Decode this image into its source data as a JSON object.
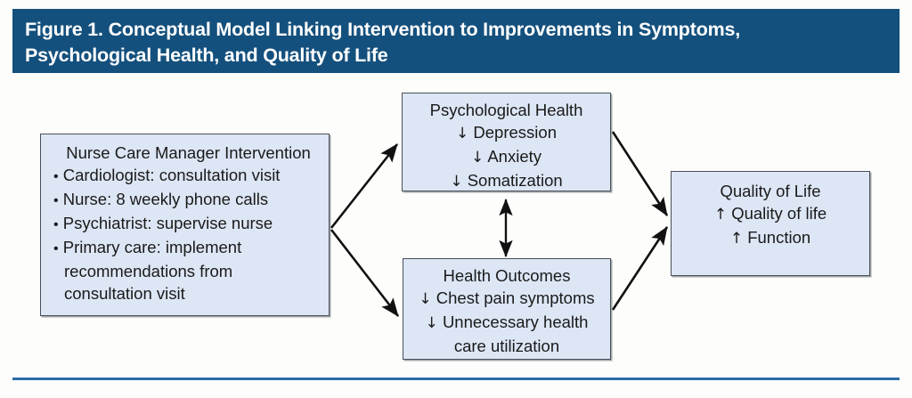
{
  "figure": {
    "title": "Figure 1. Conceptual Model Linking Intervention to Improvements in Symptoms,\nPsychological Health, and Quality of Life",
    "colors": {
      "title_band": "#14507d",
      "title_text": "#ffffff",
      "box_fill": "#dde6f5",
      "box_border": "#4a4f58",
      "connector": "#1a1a1a",
      "bottom_rule": "#2a6ca8",
      "page_background": "#fdfefb"
    }
  },
  "nodes": {
    "intervention": {
      "title": "Nurse Care Manager Intervention",
      "bullet": "•",
      "items": [
        "Cardiologist: consultation visit",
        "Nurse: 8 weekly phone calls",
        "Psychiatrist: supervise nurse",
        "Primary care: implement recommendations from consultation visit"
      ]
    },
    "psychological_health": {
      "title": "Psychological Health",
      "items": [
        {
          "arrow": "↓",
          "label": "Depression"
        },
        {
          "arrow": "↓",
          "label": "Anxiety"
        },
        {
          "arrow": "↓",
          "label": "Somatization"
        }
      ]
    },
    "health_outcomes": {
      "title": "Health Outcomes",
      "items": [
        {
          "arrow": "↓",
          "label": "Chest pain symptoms"
        },
        {
          "arrow": "↓",
          "label": "Unnecessary health care utilization"
        }
      ]
    },
    "quality_of_life": {
      "title": "Quality of Life",
      "items": [
        {
          "arrow": "↑",
          "label": "Quality of life"
        },
        {
          "arrow": "↑",
          "label": "Function"
        }
      ]
    }
  },
  "connectors": [
    {
      "name": "intervention-to-psychological-health",
      "from": "intervention",
      "to": "psychological_health",
      "style": "single-arrow"
    },
    {
      "name": "intervention-to-health-outcomes",
      "from": "intervention",
      "to": "health_outcomes",
      "style": "single-arrow"
    },
    {
      "name": "psychological-health-to-quality-of-life",
      "from": "psychological_health",
      "to": "quality_of_life",
      "style": "single-arrow"
    },
    {
      "name": "health-outcomes-to-quality-of-life",
      "from": "health_outcomes",
      "to": "quality_of_life",
      "style": "single-arrow"
    },
    {
      "name": "psychological-health-health-outcomes-bidirectional",
      "from": "psychological_health",
      "to": "health_outcomes",
      "style": "double-arrow"
    }
  ]
}
